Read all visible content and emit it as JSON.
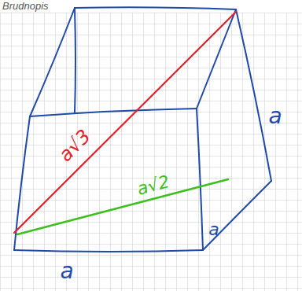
{
  "diagram": {
    "title": "Brudnopis",
    "labels": [
      "a√3",
      "a√2",
      "a",
      "a",
      "a"
    ]
  }
}
